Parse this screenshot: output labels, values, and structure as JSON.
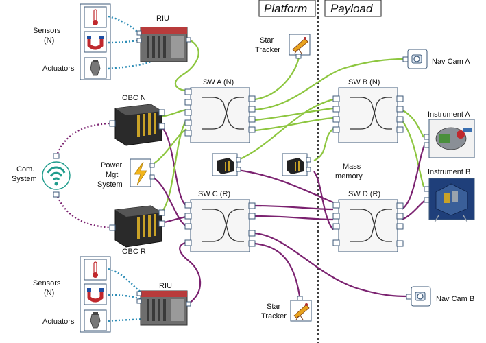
{
  "headers": {
    "platform": "Platform",
    "payload": "Payload"
  },
  "switches": {
    "sw_a": "SW A (N)",
    "sw_b": "SW B (N)",
    "sw_c": "SW C (R)",
    "sw_d": "SW D (R)"
  },
  "labels": {
    "riu_top": "RIU",
    "riu_bottom": "RIU",
    "sensors_top_1": "Sensors",
    "sensors_top_2": "(N)",
    "actuators_top": "Actuators",
    "sensors_bottom_1": "Sensors",
    "sensors_bottom_2": "(N)",
    "actuators_bottom": "Actuators",
    "obc_n": "OBC N",
    "obc_r": "OBC R",
    "com_1": "Com.",
    "com_2": "System",
    "power_1": "Power",
    "power_2": "Mgt",
    "power_3": "System",
    "star_top_1": "Star",
    "star_top_2": "Tracker",
    "star_bottom_1": "Star",
    "star_bottom_2": "Tracker",
    "nav_cam_a": "Nav Cam A",
    "nav_cam_b": "Nav Cam B",
    "instrument_a": "Instrument A",
    "instrument_b": "Instrument B",
    "mass_1": "Mass",
    "mass_2": "memory"
  },
  "colors": {
    "nominal_link": "#8dc63f",
    "redundant_link": "#7b2270",
    "sensor_link": "#2a8bb5",
    "divider": "#111111"
  },
  "icons": {
    "sensor_thermo": "thermometer-icon",
    "sensor_magnet": "magnet-icon",
    "actuator": "thruster-icon",
    "com": "wireless-icon",
    "power": "lightning-icon",
    "star_tracker": "telescope-icon",
    "nav_cam": "camera-icon"
  }
}
